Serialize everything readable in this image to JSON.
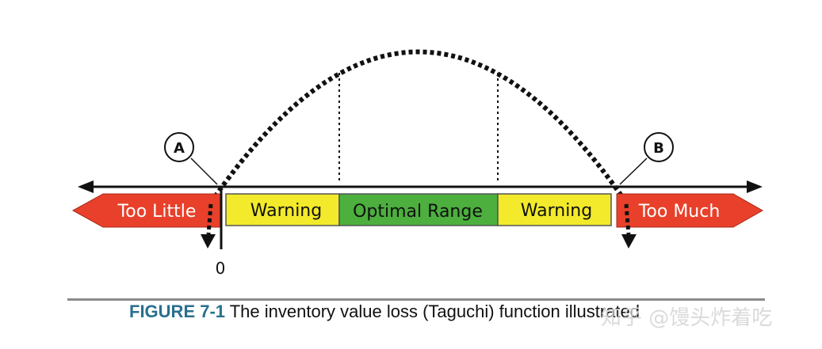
{
  "zones": {
    "too_little": "Too Little",
    "warning_left": "Warning",
    "optimal": "Optimal Range",
    "warning_right": "Warning",
    "too_much": "Too Much"
  },
  "markers": {
    "a": "A",
    "b": "B"
  },
  "origin_label": "0",
  "caption": {
    "figure_label": "FIGURE 7-1",
    "text": " The inventory value loss (Taguchi) function illustrated"
  },
  "watermark": "知乎 @馒头炸着吃",
  "colors": {
    "red_zone": "#e8402a",
    "warning_zone": "#f2ea2a",
    "optimal_zone": "#4caf3e",
    "caption_label": "#2a6f8f"
  }
}
